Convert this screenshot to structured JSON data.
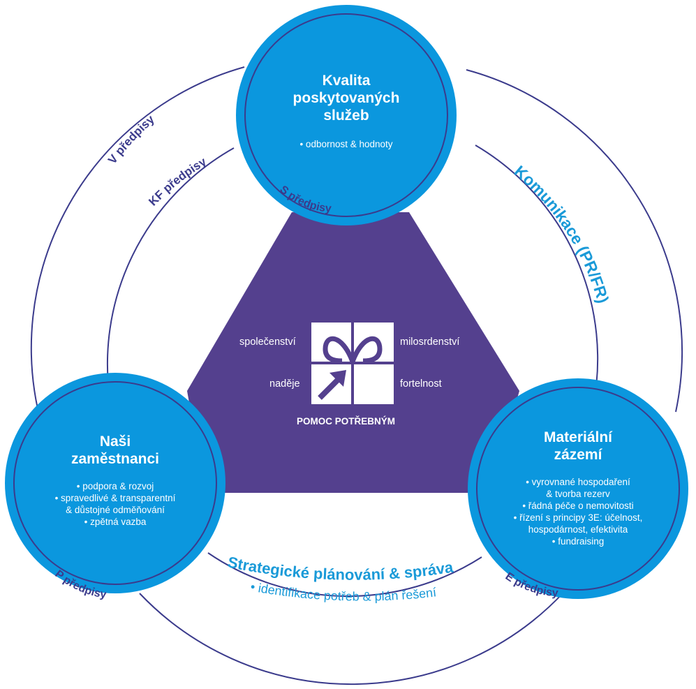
{
  "colors": {
    "circle_fill": "#0b97de",
    "inner_ring": "#3b3b8c",
    "triangle": "#54408e",
    "ring_lines": "#3b3b8c",
    "blue_text": "#1a9ad8",
    "label_text": "#3b3b8c",
    "white": "#ffffff"
  },
  "center": {
    "values": {
      "top_left": "společenství",
      "top_right": "milosrdenství",
      "bottom_left": "naděje",
      "bottom_right": "fortelnost"
    },
    "logo_name": "gift-box-arrow-logo",
    "caption": "POMOC POTŘEBNÝM"
  },
  "top_circle": {
    "title": [
      "Kvalita",
      "poskytovaných",
      "služeb"
    ],
    "bullets": [
      "• odbornost & hodnoty"
    ],
    "arc_label": "S předpisy"
  },
  "left_circle": {
    "title": [
      "Naši",
      "zaměstnanci"
    ],
    "bullets": [
      "• podpora & rozvoj",
      "• spravedlivé & transparentní",
      "& důstojné odměňování",
      "• zpětná vazba"
    ],
    "arc_label": "P předpisy"
  },
  "right_circle": {
    "title": [
      "Materiální",
      "zázemí"
    ],
    "bullets": [
      "• vyrovnané hospodaření",
      "& tvorba rezerv",
      "• řádná péče o nemovitosti",
      "• řízení s principy 3E: účelnost,",
      "hospodárnost, efektivita",
      "• fundraising"
    ],
    "arc_label": "E předpisy"
  },
  "outer_labels": {
    "v": "V předpisy",
    "kf": "KF předpisy",
    "komunikace": "Komunikace (PR/FR)",
    "strategic_title": "Strategické plánování & správa",
    "strategic_bullet": "• identifikace potřeb & plán řešení"
  }
}
